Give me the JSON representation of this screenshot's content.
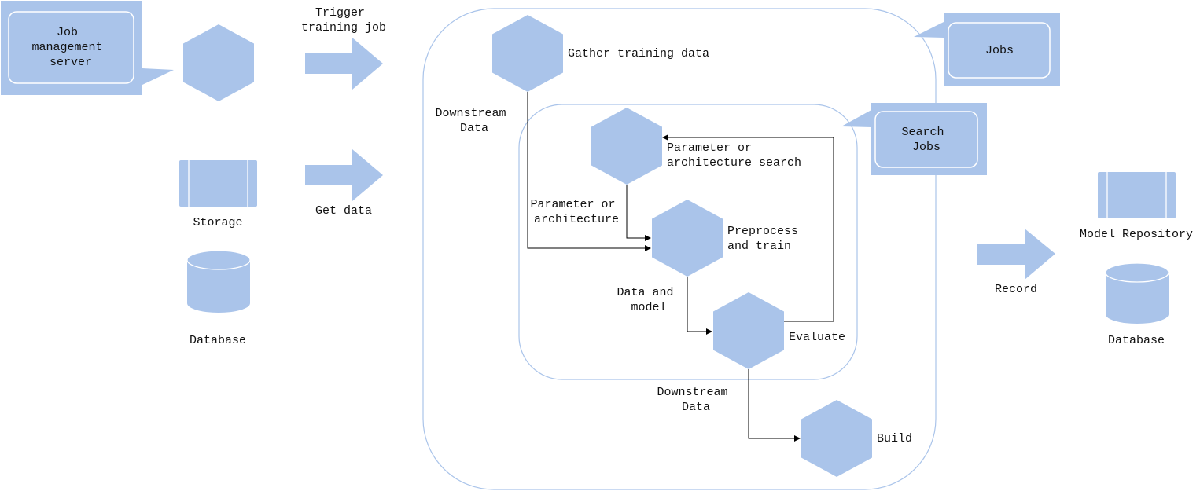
{
  "colors": {
    "shape_fill": "#aac4ea",
    "inner_stroke": "#ffffff",
    "container_stroke": "#aac4ea",
    "connector": "#000000",
    "text": "#111111"
  },
  "callouts": {
    "job_server": [
      "Job",
      "management",
      "server"
    ],
    "jobs": [
      "Jobs"
    ],
    "search_jobs": [
      "Search",
      "Jobs"
    ]
  },
  "arrows": {
    "trigger": [
      "Trigger",
      "training job"
    ],
    "get_data": [
      "Get data"
    ],
    "record": [
      "Record"
    ]
  },
  "left_resources": {
    "storage": "Storage",
    "database": "Database"
  },
  "pipeline": {
    "gather": "Gather training data",
    "downstream_data_top": [
      "Downstream",
      "Data"
    ],
    "param_search": [
      "Parameter or",
      "architecture search"
    ],
    "param_arch": [
      "Parameter or",
      "architecture"
    ],
    "preprocess": [
      "Preprocess",
      "and train"
    ],
    "data_model": [
      "Data and",
      "model"
    ],
    "evaluate": "Evaluate",
    "downstream_data_bottom": [
      "Downstream",
      "Data"
    ],
    "build": "Build"
  },
  "right_resources": {
    "model_repository": "Model Repository",
    "database": "Database"
  },
  "icons": {
    "hexagon": "hexagon-icon",
    "storage": "storage-icon",
    "database": "database-cylinder-icon",
    "arrow": "block-arrow-icon"
  }
}
